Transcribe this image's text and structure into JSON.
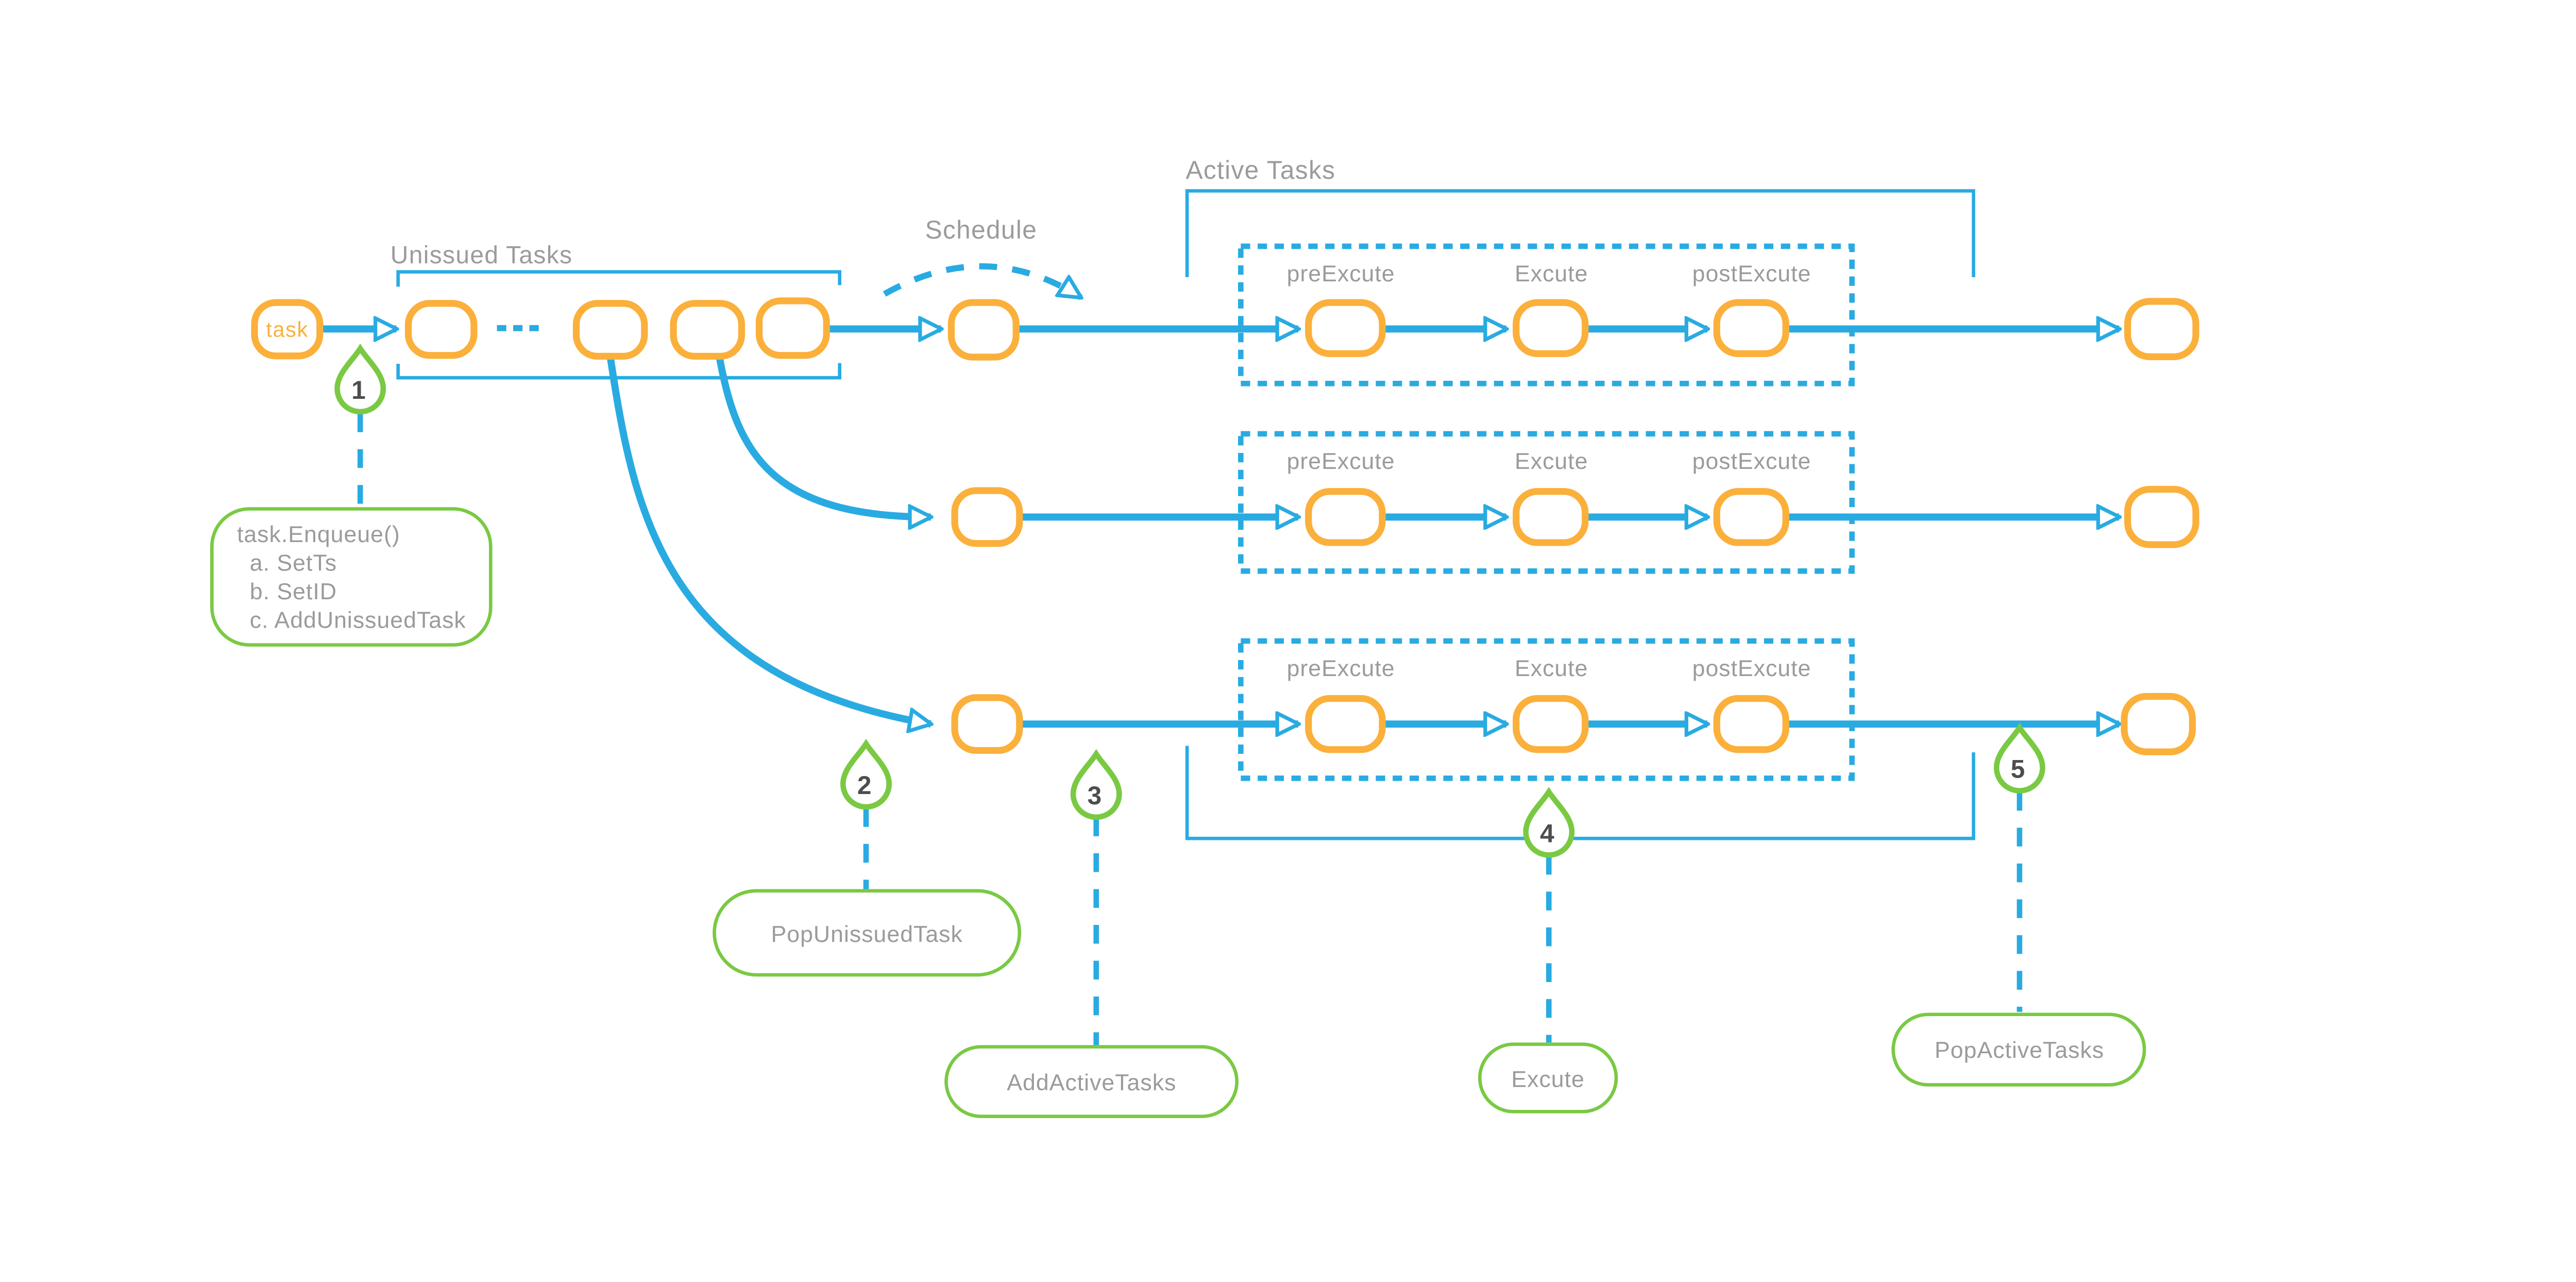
{
  "diagram": {
    "title_labels": {
      "unissued_tasks": "Unissued Tasks",
      "schedule": "Schedule",
      "active_tasks": "Active Tasks"
    },
    "task_node_label": "task",
    "ellipsis": "···",
    "stages": [
      "preExcute",
      "Excute",
      "postExcute"
    ],
    "markers": [
      {
        "number": "1"
      },
      {
        "number": "2"
      },
      {
        "number": "3"
      },
      {
        "number": "4"
      },
      {
        "number": "5"
      }
    ],
    "callouts": {
      "enqueue_lines": [
        "task.Enqueue()",
        "a. SetTs",
        "b. SetID",
        "c. AddUnissuedTask"
      ],
      "pop_unissued_task": "PopUnissuedTask",
      "add_active_tasks": "AddActiveTasks",
      "excute": "Excute",
      "pop_active_tasks": "PopActiveTasks"
    },
    "colors": {
      "blue": "#29ABE2",
      "orange": "#FBB03B",
      "green": "#7AC943",
      "label_gray": "#9B9B9B",
      "number_gray": "#4D4D4D"
    }
  }
}
